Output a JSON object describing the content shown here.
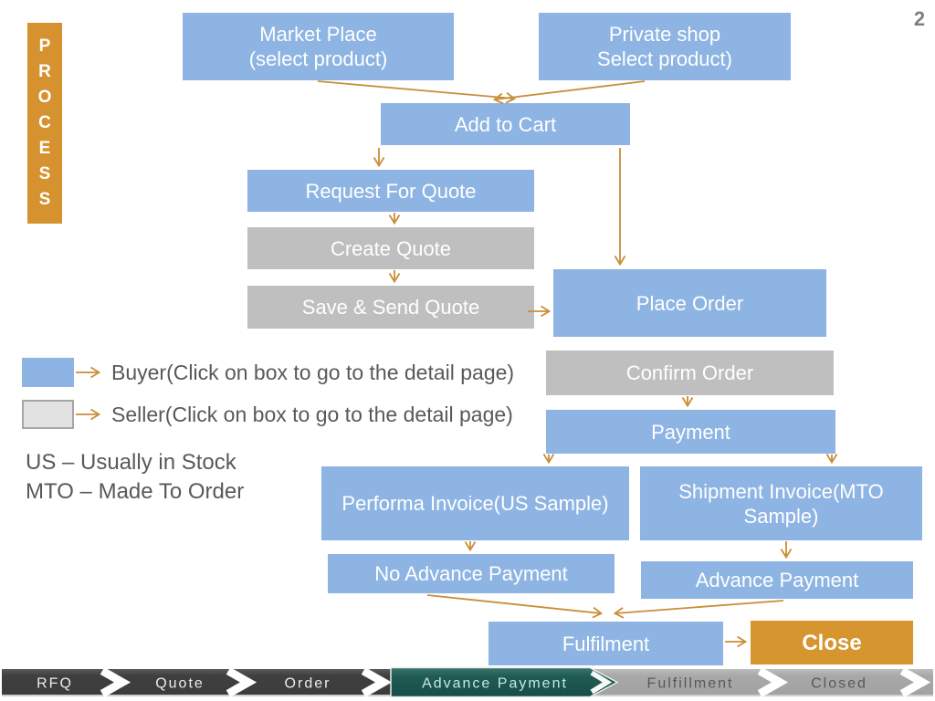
{
  "page": {
    "number": "2"
  },
  "process_rail": {
    "label": "P\nR\nO\nC\nE\nS\nS"
  },
  "flow": {
    "market_place": "Market Place\n(select product)",
    "private_shop": "Private shop\nSelect product)",
    "add_to_cart": "Add to Cart",
    "request_for_quote": "Request For Quote",
    "create_quote": "Create Quote",
    "save_send_quote": "Save & Send Quote",
    "place_order": "Place Order",
    "confirm_order": "Confirm Order",
    "payment": "Payment",
    "performa_invoice": "Performa Invoice(US Sample)",
    "shipment_invoice": "Shipment Invoice(MTO Sample)",
    "no_advance_payment": "No Advance Payment",
    "advance_payment": "Advance Payment",
    "fulfilment": "Fulfilment",
    "close": "Close"
  },
  "legend": {
    "buyer": "Buyer(Click on box to go to the detail page)",
    "seller": "Seller(Click on box to go to the detail page)",
    "note_us": "US – Usually in Stock",
    "note_mto": "MTO – Made To Order"
  },
  "status_bar": {
    "steps": [
      {
        "label": "RFQ"
      },
      {
        "label": "Quote"
      },
      {
        "label": "Order"
      },
      {
        "label": "Advance Payment"
      },
      {
        "label": "Fulfillment"
      },
      {
        "label": "Closed"
      }
    ],
    "active_step": "Advance Payment"
  },
  "colors": {
    "buyer_blue": "#8db4e3",
    "seller_gray": "#bfbfbf",
    "accent_orange": "#d6952f",
    "arrow": "#c98e3a",
    "bar_dark": "#3f3f3f",
    "bar_teal": "#1f5b54",
    "bar_gray": "#a8a8a8",
    "text_gray": "#595959"
  }
}
